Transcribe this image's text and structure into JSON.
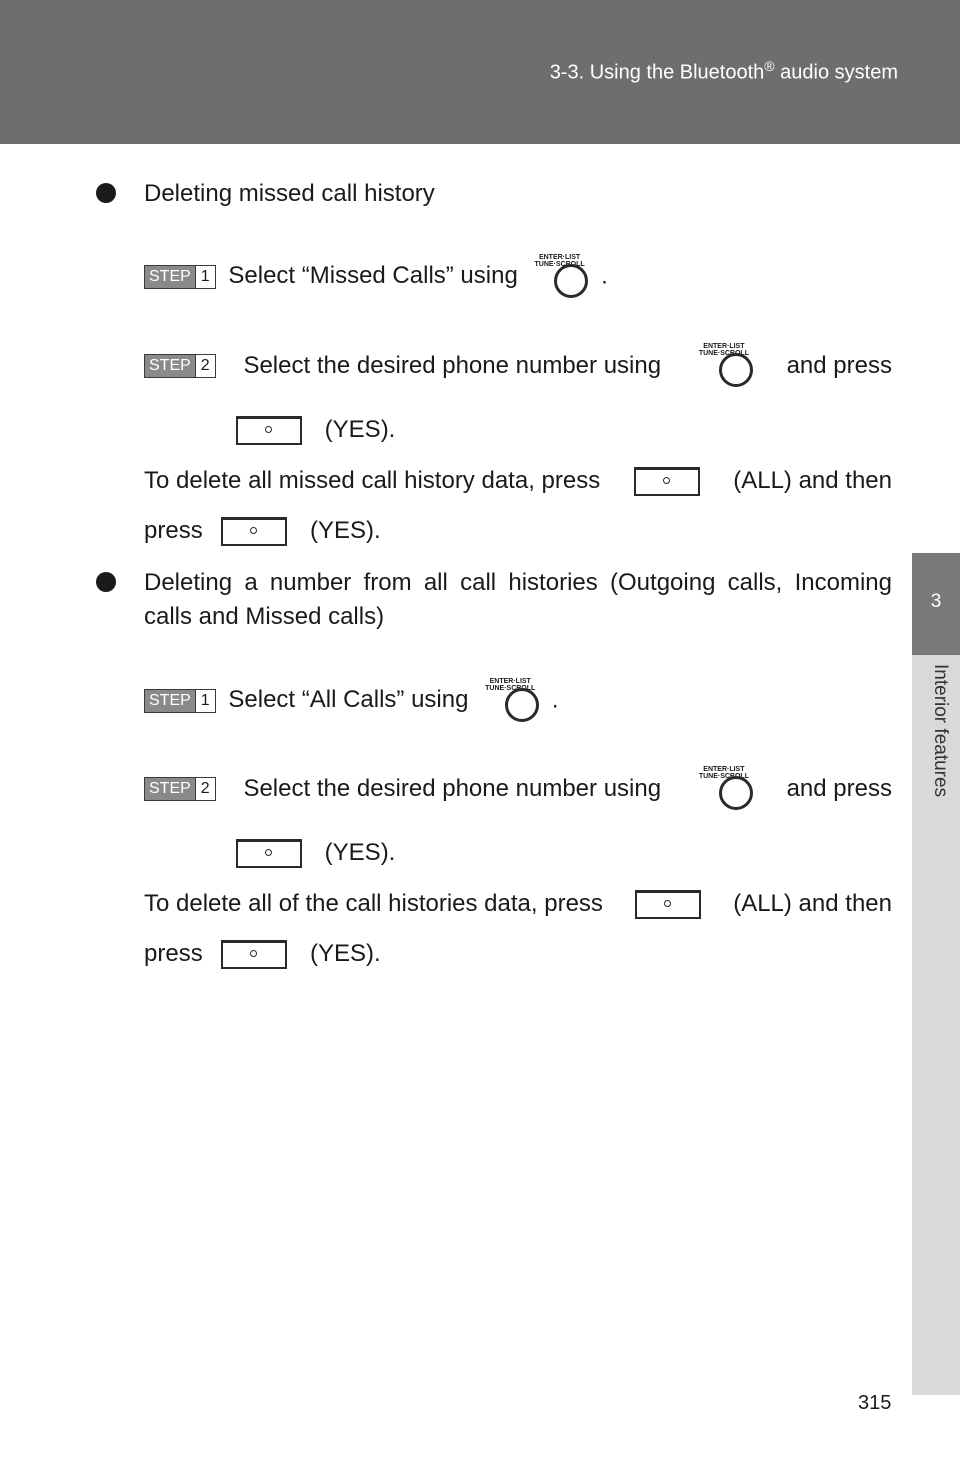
{
  "header": {
    "title_before": "3-3. Using the Bluetooth",
    "title_reg": "®",
    "title_after": " audio system"
  },
  "side_tab": {
    "chapter_number": "3",
    "chapter_label": "Interior features"
  },
  "knob_label": {
    "line1": "ENTER·LIST",
    "line2": "TUNE·SCROLL"
  },
  "sections": [
    {
      "heading": "Deleting missed call history",
      "steps": [
        {
          "step_word": "STEP",
          "step_num": "1",
          "before": "Select “Missed Calls” using",
          "after": "."
        },
        {
          "step_word": "STEP",
          "step_num": "2",
          "before": "Select the desired phone number using",
          "after": "and press",
          "cont": "(YES)."
        }
      ],
      "note_a1": "To delete all missed call history data, press",
      "note_a2": "(ALL) and then",
      "note_b1": "press",
      "note_b2": "(YES)."
    },
    {
      "heading_line1": "Deleting a number from all call histories (Outgoing calls, Incoming",
      "heading_line2": "calls and Missed calls)",
      "steps": [
        {
          "step_word": "STEP",
          "step_num": "1",
          "before": "Select “All Calls” using",
          "after": "."
        },
        {
          "step_word": "STEP",
          "step_num": "2",
          "before": "Select the desired phone number using",
          "after": "and press",
          "cont": "(YES)."
        }
      ],
      "note_a1": "To delete all of the call histories data, press",
      "note_a2": "(ALL) and then",
      "note_b1": "press",
      "note_b2": "(YES)."
    }
  ],
  "page_number": "315",
  "colors": {
    "header_band": "#6e6e6e",
    "side_tab_dark": "#7a7a7a",
    "side_tab_light": "#d9d9d9",
    "step_fill": "#8a8a8a"
  }
}
